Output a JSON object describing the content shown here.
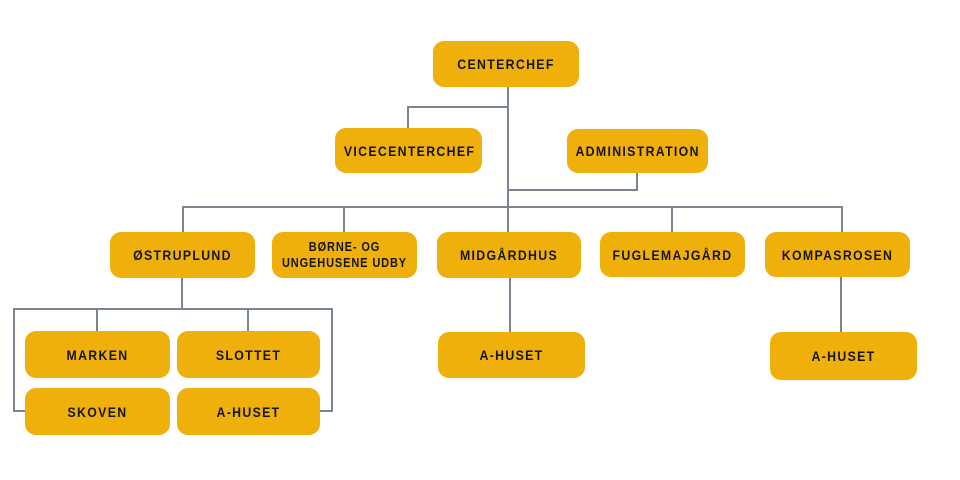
{
  "diagram": {
    "type": "org-chart",
    "colors": {
      "background": "#FFFFFF",
      "node_fill": "#F0B00C",
      "node_text": "#161616",
      "connector": "#7A8590"
    },
    "nodes": {
      "centerchef": {
        "label": "CENTERCHEF"
      },
      "vicecenterchef": {
        "label": "VICECENTERCHEF"
      },
      "administration": {
        "label": "ADMINISTRATION"
      },
      "ostruplund": {
        "label": "ØSTRUPLUND"
      },
      "borne_og_ungehusene_udby": {
        "label": "BØRNE- OG UNGEHUSENE UDBY"
      },
      "midgardhus": {
        "label": "MIDGÅRDHUS"
      },
      "fuglemajgard": {
        "label": "FUGLEMAJGÅRD"
      },
      "kompasrosen": {
        "label": "KOMPASROSEN"
      },
      "marken": {
        "label": "MARKEN"
      },
      "slottet": {
        "label": "SLOTTET"
      },
      "skoven": {
        "label": "SKOVEN"
      },
      "a_huset_ostruplund": {
        "label": "A-HUSET"
      },
      "a_huset_midgardhus": {
        "label": "A-HUSET"
      },
      "a_huset_kompasrosen": {
        "label": "A-HUSET"
      }
    },
    "edges": [
      {
        "from": "centerchef",
        "to": "vicecenterchef"
      },
      {
        "from": "centerchef",
        "to": "administration"
      },
      {
        "from": "centerchef",
        "to": "ostruplund"
      },
      {
        "from": "centerchef",
        "to": "borne_og_ungehusene_udby"
      },
      {
        "from": "centerchef",
        "to": "midgardhus"
      },
      {
        "from": "centerchef",
        "to": "fuglemajgard"
      },
      {
        "from": "centerchef",
        "to": "kompasrosen"
      },
      {
        "from": "ostruplund",
        "to": "marken"
      },
      {
        "from": "ostruplund",
        "to": "slottet"
      },
      {
        "from": "ostruplund",
        "to": "skoven"
      },
      {
        "from": "ostruplund",
        "to": "a_huset_ostruplund"
      },
      {
        "from": "midgardhus",
        "to": "a_huset_midgardhus"
      },
      {
        "from": "kompasrosen",
        "to": "a_huset_kompasrosen"
      }
    ]
  }
}
